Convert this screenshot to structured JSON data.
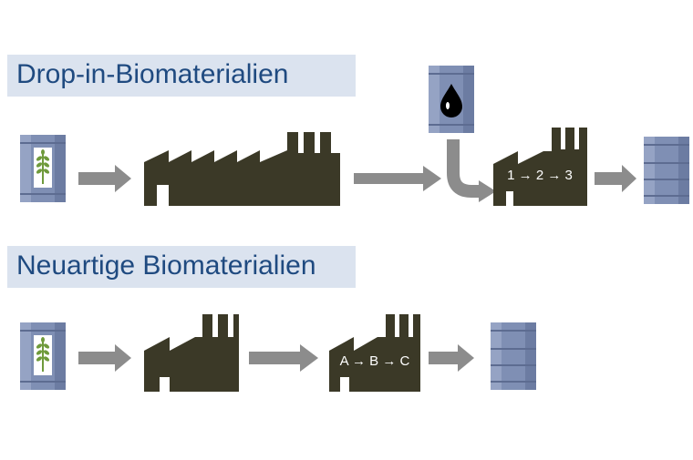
{
  "rows": [
    {
      "title": "Drop-in-Biomaterialien",
      "process_steps": "1 → 2 → 3",
      "icons": [
        "biomass-barrel-icon",
        "factory-icon",
        "oil-barrel-icon",
        "factory-icon",
        "product-barrel-icon"
      ]
    },
    {
      "title": "Neuartige Biomaterialien",
      "process_steps": "A → B → C",
      "icons": [
        "biomass-barrel-icon",
        "factory-icon",
        "factory-icon",
        "product-barrel-icon"
      ]
    }
  ],
  "colors": {
    "header_bg": "#dbe3ef",
    "header_text": "#1f4a80",
    "factory": "#3b3927",
    "arrow": "#8c8c8c",
    "barrel": "#7f8fb4",
    "leaf": "#6f9a3c"
  }
}
